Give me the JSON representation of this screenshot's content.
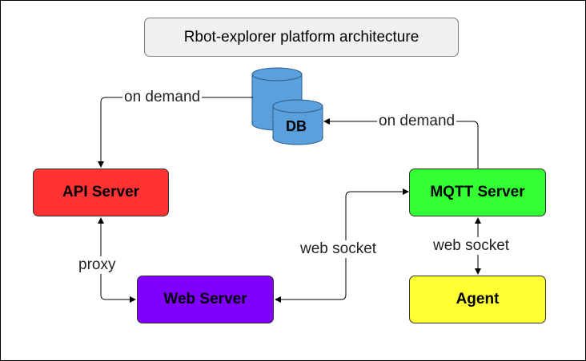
{
  "title": "Rbot-explorer platform architecture",
  "nodes": {
    "api_server": {
      "label": "API Server",
      "color": "#ff3333"
    },
    "mqtt_server": {
      "label": "MQTT Server",
      "color": "#33ff33"
    },
    "web_server": {
      "label": "Web Server",
      "color": "#7f00ff"
    },
    "agent": {
      "label": "Agent",
      "color": "#ffff33"
    },
    "db": {
      "label": "DB",
      "color": "#5aa0dc"
    }
  },
  "edges": {
    "db_to_api": "on demand",
    "mqtt_to_db": "on demand",
    "api_web": "proxy",
    "web_mqtt": "web socket",
    "mqtt_agent": "web socket"
  }
}
